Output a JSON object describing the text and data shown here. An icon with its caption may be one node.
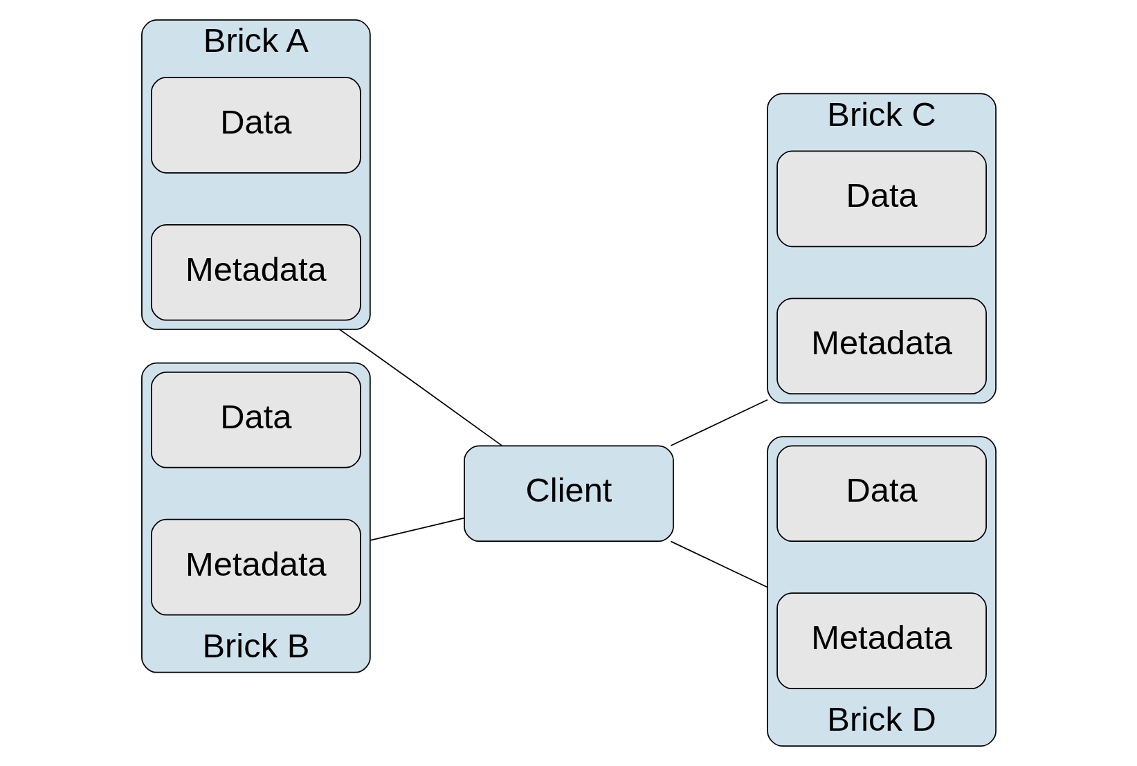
{
  "diagram": {
    "nodes": [
      {
        "text": [
          "Brick A"
        ]
      },
      {
        "text": [
          "Data"
        ],
        "in": 0
      },
      {
        "text": [
          "Metadata"
        ],
        "in": 0
      },
      {
        "text": [
          "Brick B"
        ]
      },
      {
        "text": [
          "Data"
        ],
        "in": 3
      },
      {
        "text": [
          "Metadata"
        ],
        "in": 3
      },
      {
        "text": [
          "Client"
        ]
      },
      {
        "text": [
          "Brick C"
        ]
      },
      {
        "text": [
          "Data"
        ],
        "in": 7
      },
      {
        "text": [
          "Metadata"
        ],
        "in": 7
      },
      {
        "text": [
          "Brick D"
        ]
      },
      {
        "text": [
          "Data"
        ],
        "in": 10
      },
      {
        "text": [
          "Metadata"
        ],
        "in": 10
      }
    ],
    "edges": [
      {
        "from": 0,
        "to": 6,
        "arrow": "none"
      },
      {
        "from": 3,
        "to": 6,
        "arrow": "none"
      },
      {
        "from": 6,
        "to": 7,
        "arrow": "none"
      },
      {
        "from": 6,
        "to": 10,
        "arrow": "none"
      }
    ]
  }
}
